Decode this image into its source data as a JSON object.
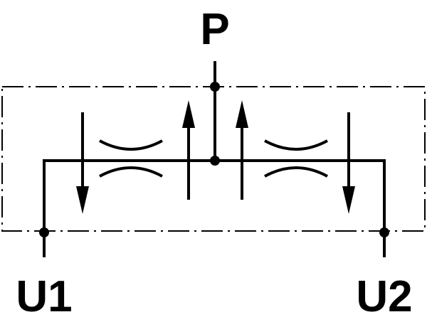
{
  "ports": {
    "pressure": "P",
    "user1": "U1",
    "user2": "U2"
  },
  "colors": {
    "line": "#000000",
    "background": "#ffffff"
  }
}
